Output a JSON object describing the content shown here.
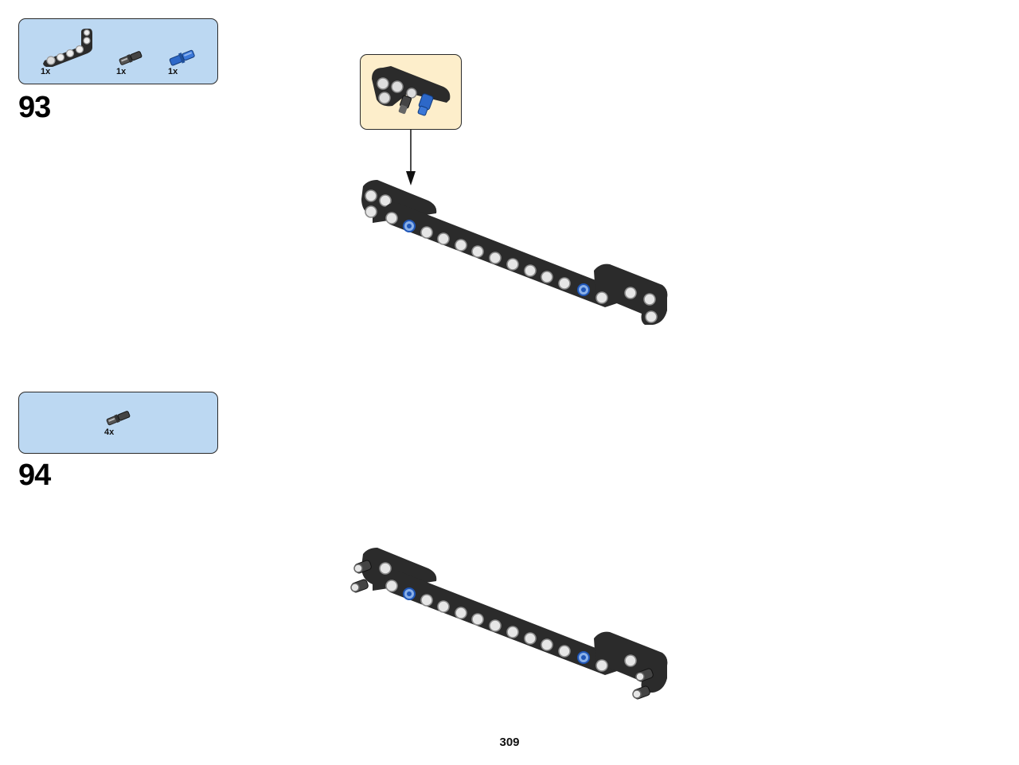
{
  "steps": [
    {
      "number": "93",
      "parts": [
        {
          "icon": "black-l-beam-icon",
          "qty": "1x"
        },
        {
          "icon": "black-axle-pin-icon",
          "qty": "1x"
        },
        {
          "icon": "blue-axle-pin-icon",
          "qty": "1x"
        }
      ]
    },
    {
      "number": "94",
      "parts": [
        {
          "icon": "black-axle-pin-icon",
          "qty": "4x"
        }
      ]
    }
  ],
  "page_number": "309",
  "colors": {
    "parts_box": "#bcd8f2",
    "callout": "#fdeecb",
    "beam": "#2b2b2b",
    "pin_blue": "#1f56b8"
  }
}
